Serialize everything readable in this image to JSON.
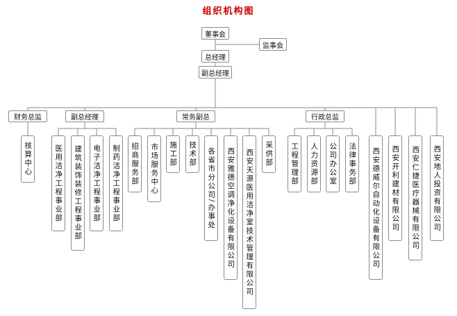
{
  "title": "组织机构图",
  "top": {
    "board": "董事会",
    "supervisory": "监事会",
    "gm": "总经理",
    "deputy_gm": "副总经理"
  },
  "managers": [
    {
      "label": "财务总监",
      "children": [
        "核算中心"
      ]
    },
    {
      "label": "副总经理",
      "children": [
        "医用洁净工程事业部",
        "建筑装饰装修工程事业部",
        "电子洁净工程事业部",
        "制药洁净工程事业部"
      ]
    },
    {
      "label": "常务副总",
      "children": [
        "招商服务部",
        "市场服务中心",
        "施工部",
        "技术部",
        "各省市分公司/办事处",
        "西安雅德空调净化设备有限公司",
        "西安天源医用洁净室技术管理有限公司",
        "采供部"
      ]
    },
    {
      "label": "行政总监",
      "children": [
        "工程管理部",
        "人力资源部",
        "公司办公室",
        "法律事务部"
      ]
    }
  ],
  "subsidiaries": [
    "西安德威尔自动化设备有限公司",
    "西安开利建材有限公司",
    "西安仁捷医疗器械有限公司",
    "西安地人投资有限公司"
  ],
  "colors": {
    "title": "#cc0000",
    "line": "#8a8a8a",
    "text": "#111111"
  }
}
